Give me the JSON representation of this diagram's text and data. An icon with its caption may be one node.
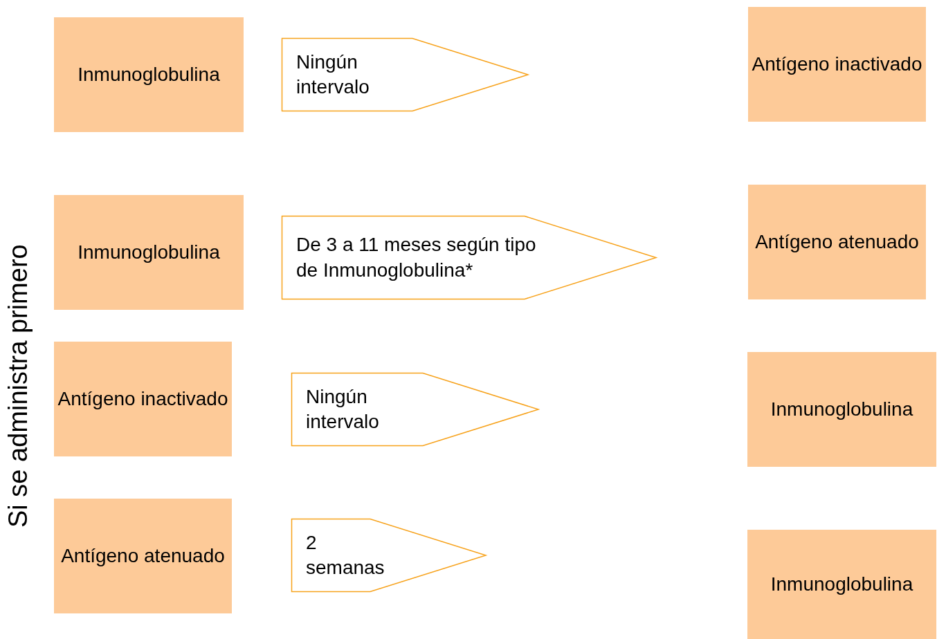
{
  "diagram": {
    "nodes": [
      {
        "text": [
          "Inmunoglobulina"
        ]
      },
      {
        "text": [
          "Ningún intervalo"
        ]
      },
      {
        "text": [
          "Antígeno inactivado"
        ]
      },
      {
        "text": [
          "Inmunoglobulina"
        ]
      },
      {
        "text": [
          "De 3 a 11 meses según tipo de Inmunoglobulina*"
        ]
      },
      {
        "text": [
          "Antígeno atenuado"
        ]
      },
      {
        "text": [
          "Antígeno inactivado"
        ]
      },
      {
        "text": [
          "Ningún intervalo"
        ]
      },
      {
        "text": [
          "Inmunoglobulina"
        ]
      },
      {
        "text": [
          "Antígeno atenuado"
        ]
      },
      {
        "text": [
          "2 semanas"
        ]
      },
      {
        "text": [
          "Inmunoglobulina"
        ]
      }
    ],
    "edges": [],
    "labels": [
      "Si se administra primero"
    ]
  }
}
